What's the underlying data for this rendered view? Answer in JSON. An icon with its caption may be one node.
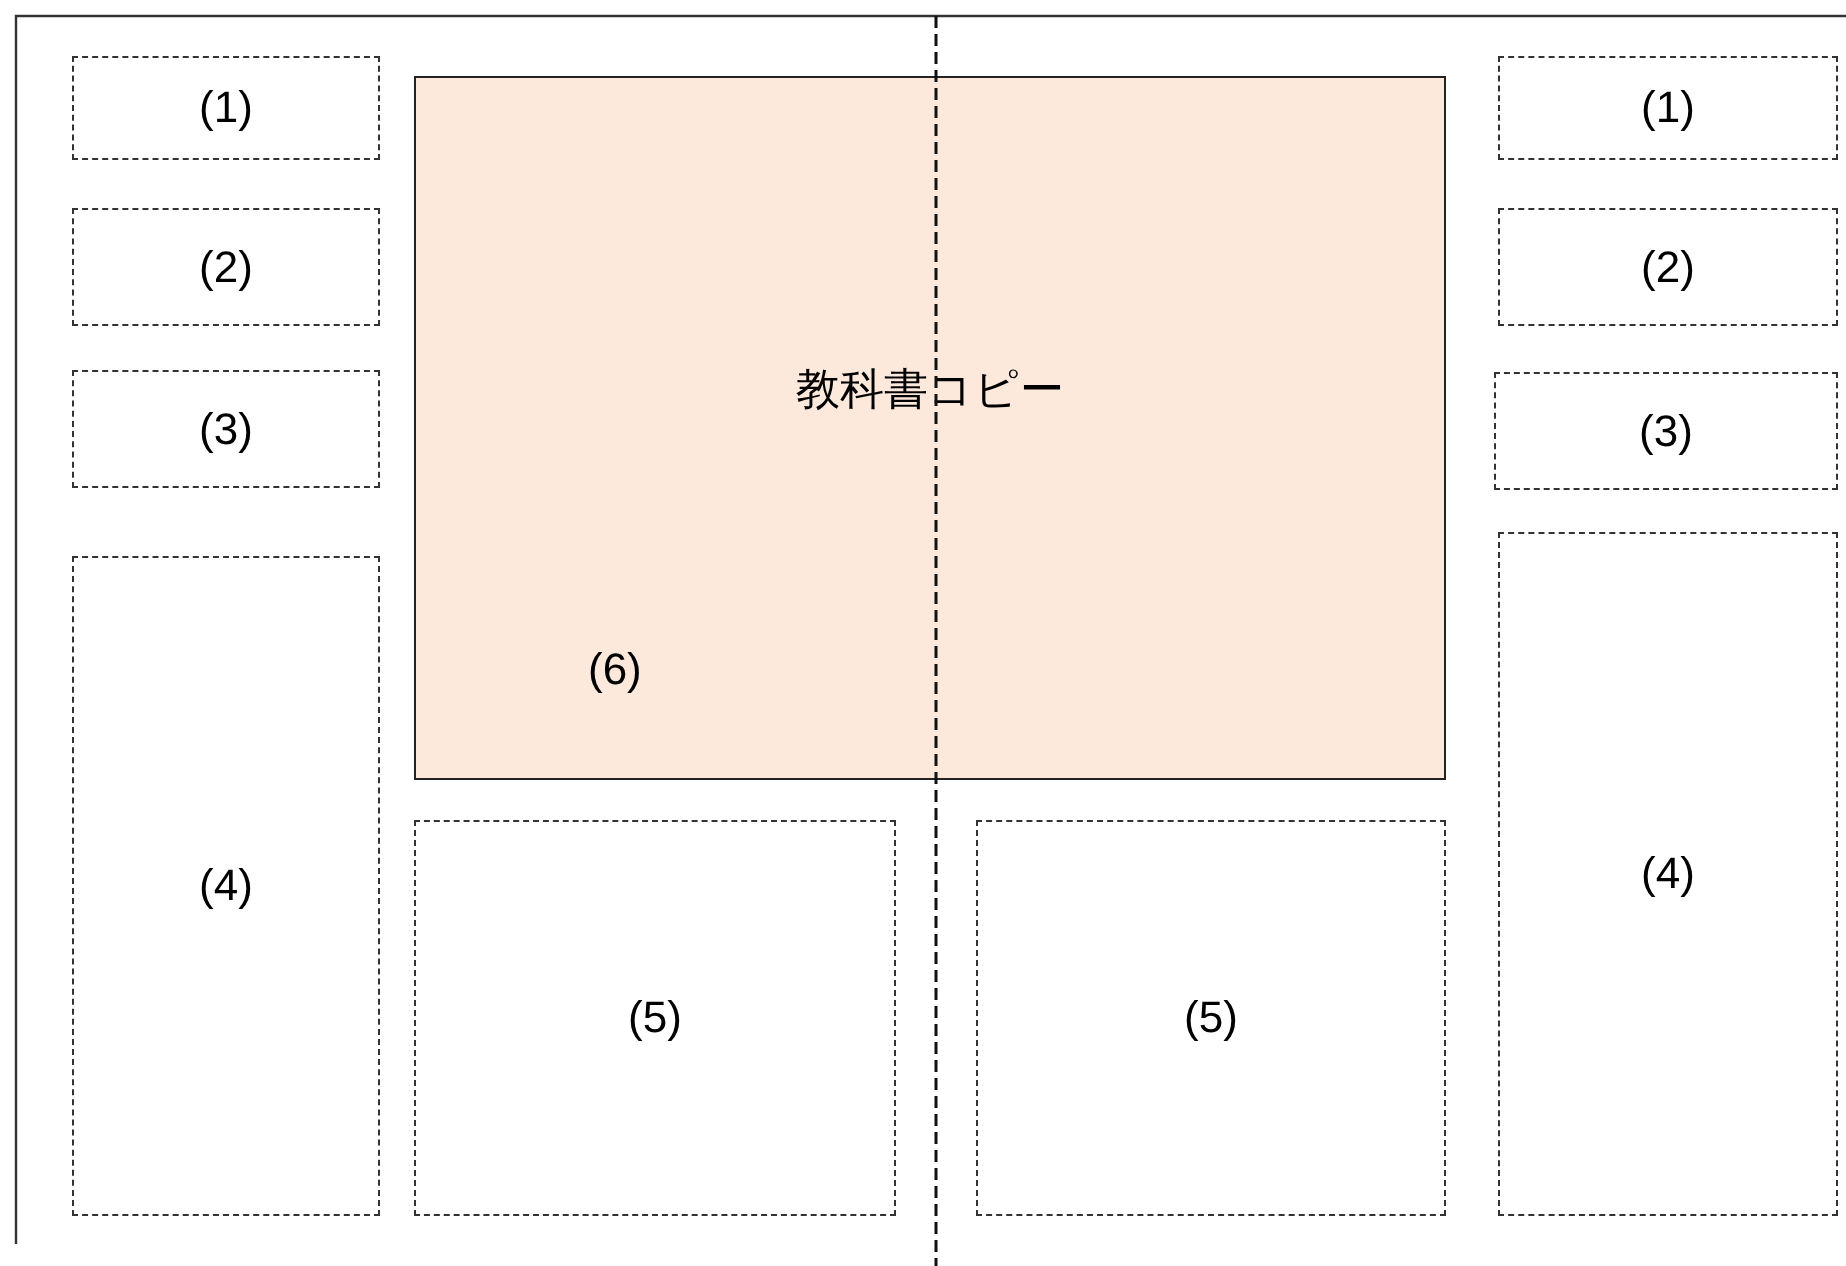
{
  "diagram": {
    "nodes": [
      {
        "text": [
          "(1)"
        ]
      },
      {
        "text": [
          "(2)"
        ]
      },
      {
        "text": [
          "(3)"
        ]
      },
      {
        "text": [
          "(4)"
        ]
      },
      {
        "text": [
          "教科書コピー",
          "(6)"
        ]
      },
      {
        "text": [
          "(5)"
        ]
      },
      {
        "text": [
          "(5)"
        ]
      },
      {
        "text": [
          "(1)"
        ]
      },
      {
        "text": [
          "(2)"
        ]
      },
      {
        "text": [
          "(3)"
        ]
      },
      {
        "text": [
          "(4)"
        ]
      }
    ]
  }
}
